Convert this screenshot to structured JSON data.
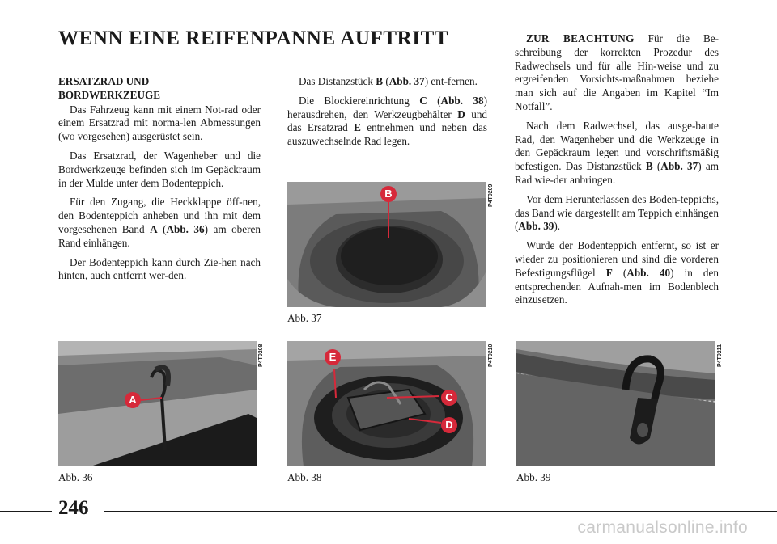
{
  "title": "WENN EINE REIFENPANNE AUFTRITT",
  "page_number": "246",
  "watermark": "carmanualsonline.info",
  "col1": {
    "heading_line1": "ERSATZRAD UND",
    "heading_line2": "BORDWERKZEUGE",
    "p1": "Das Fahrzeug kann mit einem Not-rad oder einem Ersatzrad mit norma-len Abmessungen (wo vorgesehen) ausgerüstet sein.",
    "p2": "Das Ersatzrad, der Wagenheber und die Bordwerkzeuge befinden sich im Gepäckraum in der Mulde unter dem Bodenteppich.",
    "p3_a": "Für den Zugang, die Heckklappe öff-nen, den Bodenteppich anheben und ihn mit dem vorgesehenen Band ",
    "p3_b": "A",
    "p3_c": " (",
    "p3_d": "Abb. 36",
    "p3_e": ") am oberen Rand einhängen.",
    "p4": "Der Bodenteppich kann durch Zie-hen nach hinten, auch entfernt wer-den."
  },
  "col2": {
    "p1_a": "Das Distanzstück ",
    "p1_b": "B",
    "p1_c": " (",
    "p1_d": "Abb. 37",
    "p1_e": ") ent-fernen.",
    "p2_a": "Die Blockiereinrichtung ",
    "p2_b": "C",
    "p2_c": " (",
    "p2_d": "Abb. 38",
    "p2_e": ") herausdrehen, den Werkzeugbehälter ",
    "p2_f": "D",
    "p2_g": " und das Ersatzrad ",
    "p2_h": "E",
    "p2_i": " entnehmen und neben das auszuwechselnde Rad legen."
  },
  "col3": {
    "note_label": "ZUR BEACHTUNG",
    "note_text": " Für die Be-schreibung der korrekten Prozedur des Radwechsels und für alle Hin-weise und zu ergreifenden Vorsichts-maßnahmen beziehe man sich auf die Angaben im Kapitel “Im Notfall”.",
    "p2_a": "Nach dem Radwechsel, das ausge-baute Rad, den Wagenheber und die Werkzeuge in den Gepäckraum legen und vorschriftsmäßig befestigen. Das Distanzstück ",
    "p2_b": "B",
    "p2_c": " (",
    "p2_d": "Abb. 37",
    "p2_e": ") am Rad wie-der anbringen.",
    "p3_a": "Vor dem Herunterlassen des Boden-teppichs, das Band wie dargestellt am Teppich einhängen (",
    "p3_b": "Abb. 39",
    "p3_c": ").",
    "p4_a": "Wurde der Bodenteppich entfernt, so ist er wieder zu positionieren und sind die vorderen Befestigungsflügel ",
    "p4_b": "F",
    "p4_c": " (",
    "p4_d": "Abb. 40",
    "p4_e": ") in den entsprechenden Aufnah-men im Bodenblech einzusetzen."
  },
  "figures": {
    "fig36": {
      "caption": "Abb. 36",
      "code": "P4T0208",
      "label": "A"
    },
    "fig37": {
      "caption": "Abb. 37",
      "code": "P4T0209",
      "label": "B"
    },
    "fig38": {
      "caption": "Abb. 38",
      "code": "P4T0210",
      "label_c": "C",
      "label_d": "D",
      "label_e": "E"
    },
    "fig39": {
      "caption": "Abb. 39",
      "code": "P4T0211"
    }
  },
  "colors": {
    "label_red": "#d6293a",
    "text": "#1a1a1a"
  }
}
